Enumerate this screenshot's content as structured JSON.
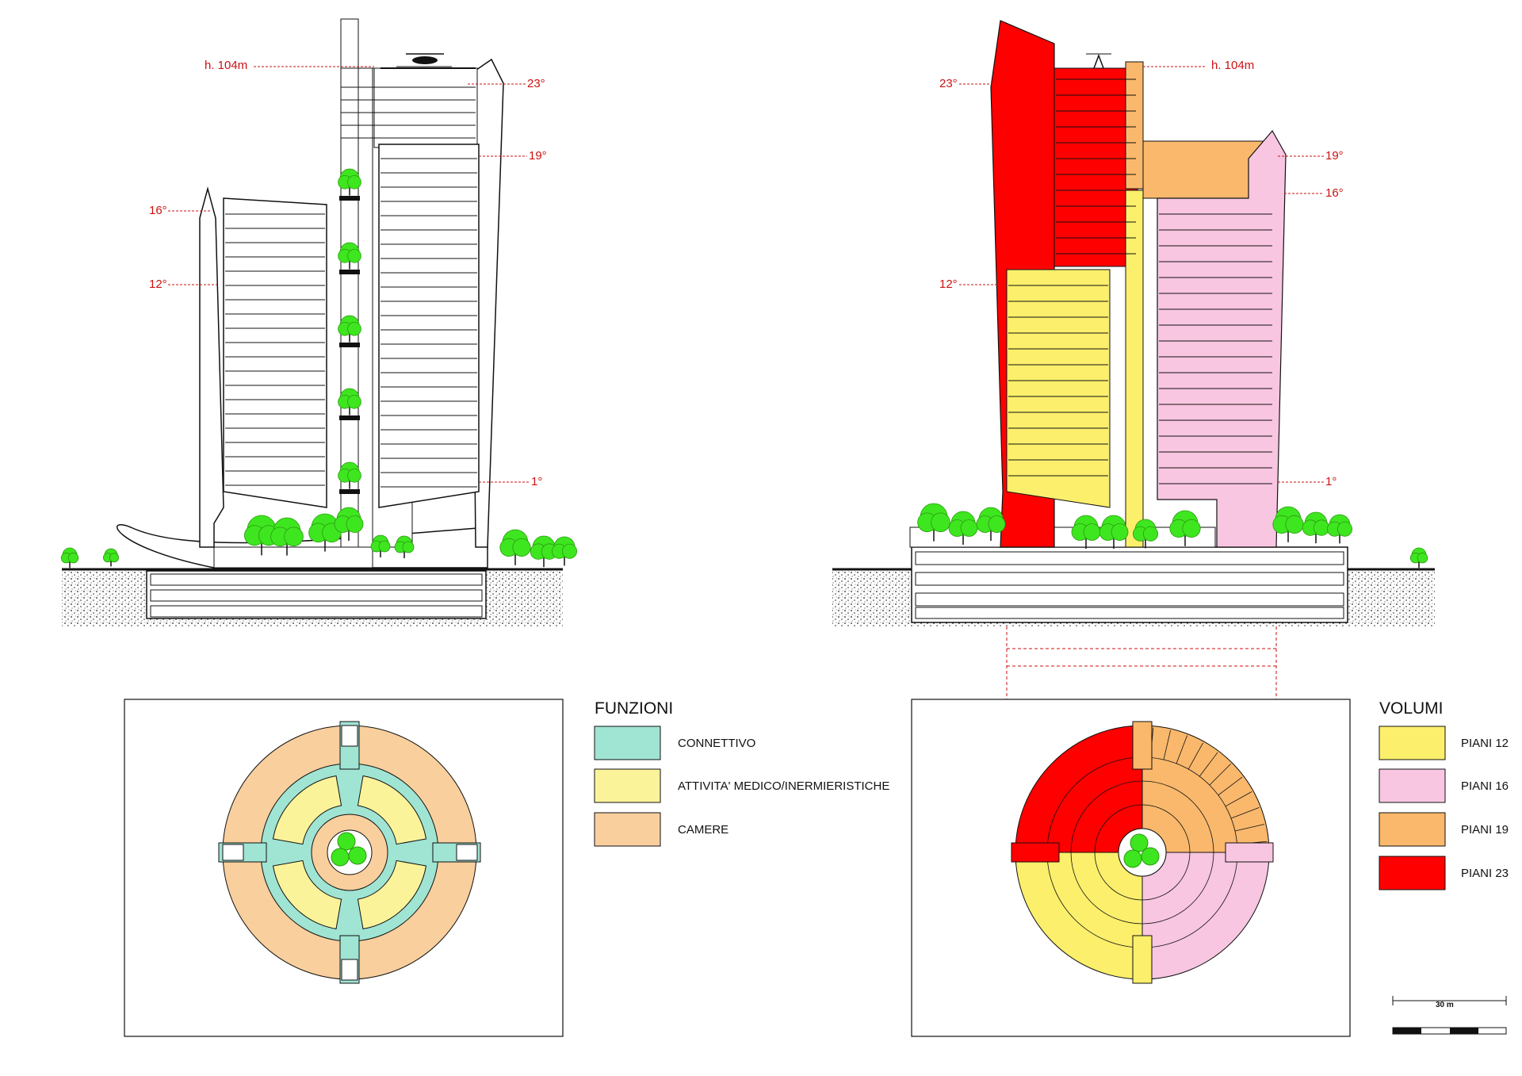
{
  "colors": {
    "connettivo": "#a0e4d3",
    "attivita": "#fbf39a",
    "camere": "#f9cf9e",
    "piani12": "#fbef6c",
    "piani16": "#f8c6e1",
    "piani19": "#f9b86c",
    "piani23": "#ff0000",
    "tree": "#3ee61f",
    "level": "#cc1111"
  },
  "left_elevation": {
    "height_label": "h. 104m",
    "levels": [
      "23°",
      "19°",
      "16°",
      "12°",
      "1°"
    ]
  },
  "right_elevation": {
    "height_label": "h. 104m",
    "levels": [
      "23°",
      "19°",
      "16°",
      "12°",
      "1°"
    ]
  },
  "legend_funzioni": {
    "title": "FUNZIONI",
    "items": [
      {
        "label": "CONNETTIVO",
        "color": "#a0e4d3"
      },
      {
        "label": "ATTIVITA' MEDICO/INERMIERISTICHE",
        "color": "#fbf39a"
      },
      {
        "label": "CAMERE",
        "color": "#f9cf9e"
      }
    ]
  },
  "legend_volumi": {
    "title": "VOLUMI",
    "items": [
      {
        "label": "PIANI  12",
        "color": "#fbef6c"
      },
      {
        "label": "PIANI  16",
        "color": "#f8c6e1"
      },
      {
        "label": "PIANI  19",
        "color": "#f9b86c"
      },
      {
        "label": "PIANI  23",
        "color": "#ff0000"
      }
    ]
  },
  "scale": {
    "label": "30 m"
  }
}
